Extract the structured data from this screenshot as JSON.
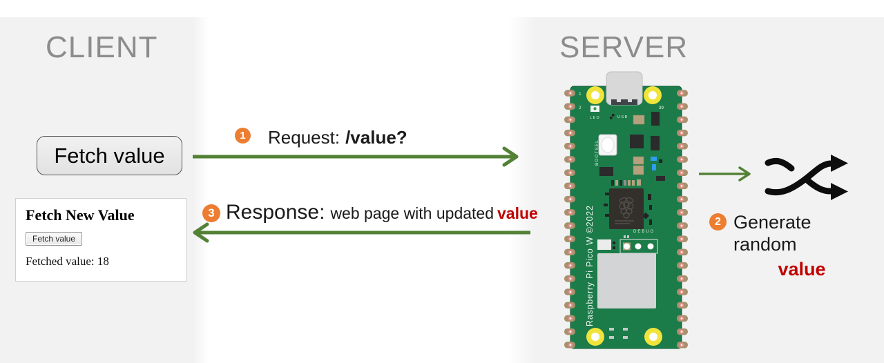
{
  "client": {
    "title": "CLIENT",
    "fetch_button": "Fetch value",
    "browser": {
      "heading": "Fetch New Value",
      "button": "Fetch value",
      "result": "Fetched value: 18"
    }
  },
  "server": {
    "title": "SERVER"
  },
  "steps": {
    "request": {
      "number": "1",
      "label": "Request:",
      "endpoint": "/value?"
    },
    "generate": {
      "number": "2",
      "label": "Generate random",
      "highlight": "value"
    },
    "response": {
      "number": "3",
      "label": "Response:",
      "detail": "web page with updated",
      "highlight": "value"
    }
  },
  "board": {
    "model": "Raspberry Pi Pico W ©2022",
    "labels": {
      "led": "LED",
      "usb": "USB",
      "bootsel": "BOOTSEL",
      "debug": "DEBUG",
      "pin1": "1",
      "pin2": "2",
      "pin39": "39"
    }
  },
  "colors": {
    "arrow_green": "#538135",
    "badge_orange": "#ED7D31",
    "value_red": "#C00000",
    "panel_gray": "#F2F2F2",
    "pcb_green": "#1B7B49"
  }
}
